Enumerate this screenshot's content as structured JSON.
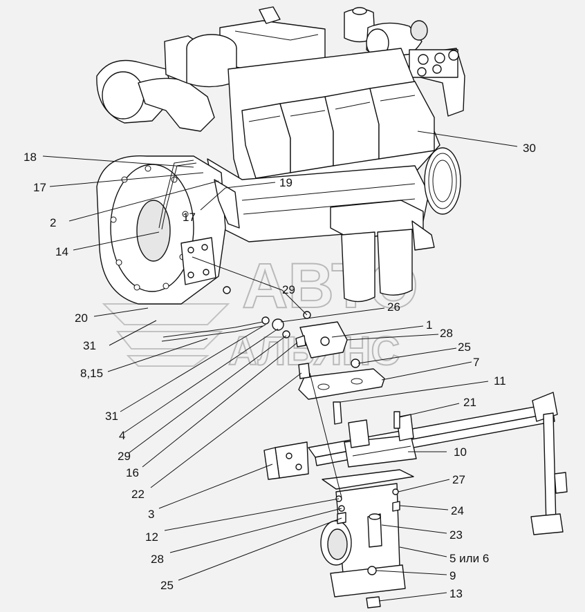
{
  "watermark": {
    "line1": "АВТО",
    "line2": "АЛЬЯНС"
  },
  "callouts": [
    {
      "id": "c18a",
      "text": "18"
    },
    {
      "id": "c17a",
      "text": "17"
    },
    {
      "id": "c2",
      "text": "2"
    },
    {
      "id": "c14",
      "text": "14"
    },
    {
      "id": "c19",
      "text": "19"
    },
    {
      "id": "c17b",
      "text": "17"
    },
    {
      "id": "c30",
      "text": "30"
    },
    {
      "id": "c29a",
      "text": "29"
    },
    {
      "id": "c20",
      "text": "20"
    },
    {
      "id": "c26",
      "text": "26"
    },
    {
      "id": "c1",
      "text": "1"
    },
    {
      "id": "c28a",
      "text": "28"
    },
    {
      "id": "c31a",
      "text": "31"
    },
    {
      "id": "c25a",
      "text": "25"
    },
    {
      "id": "c815",
      "text": "8,15"
    },
    {
      "id": "c7",
      "text": "7"
    },
    {
      "id": "c11",
      "text": "11"
    },
    {
      "id": "c31b",
      "text": "31"
    },
    {
      "id": "c21",
      "text": "21"
    },
    {
      "id": "c4",
      "text": "4"
    },
    {
      "id": "c29b",
      "text": "29"
    },
    {
      "id": "c10",
      "text": "10"
    },
    {
      "id": "c16",
      "text": "16"
    },
    {
      "id": "c27",
      "text": "27"
    },
    {
      "id": "c22",
      "text": "22"
    },
    {
      "id": "c3",
      "text": "3"
    },
    {
      "id": "c24",
      "text": "24"
    },
    {
      "id": "c12",
      "text": "12"
    },
    {
      "id": "c23",
      "text": "23"
    },
    {
      "id": "c28b",
      "text": "28"
    },
    {
      "id": "c56",
      "text": "5 или 6"
    },
    {
      "id": "c9",
      "text": "9"
    },
    {
      "id": "c25b",
      "text": "25"
    },
    {
      "id": "c13",
      "text": "13"
    }
  ]
}
